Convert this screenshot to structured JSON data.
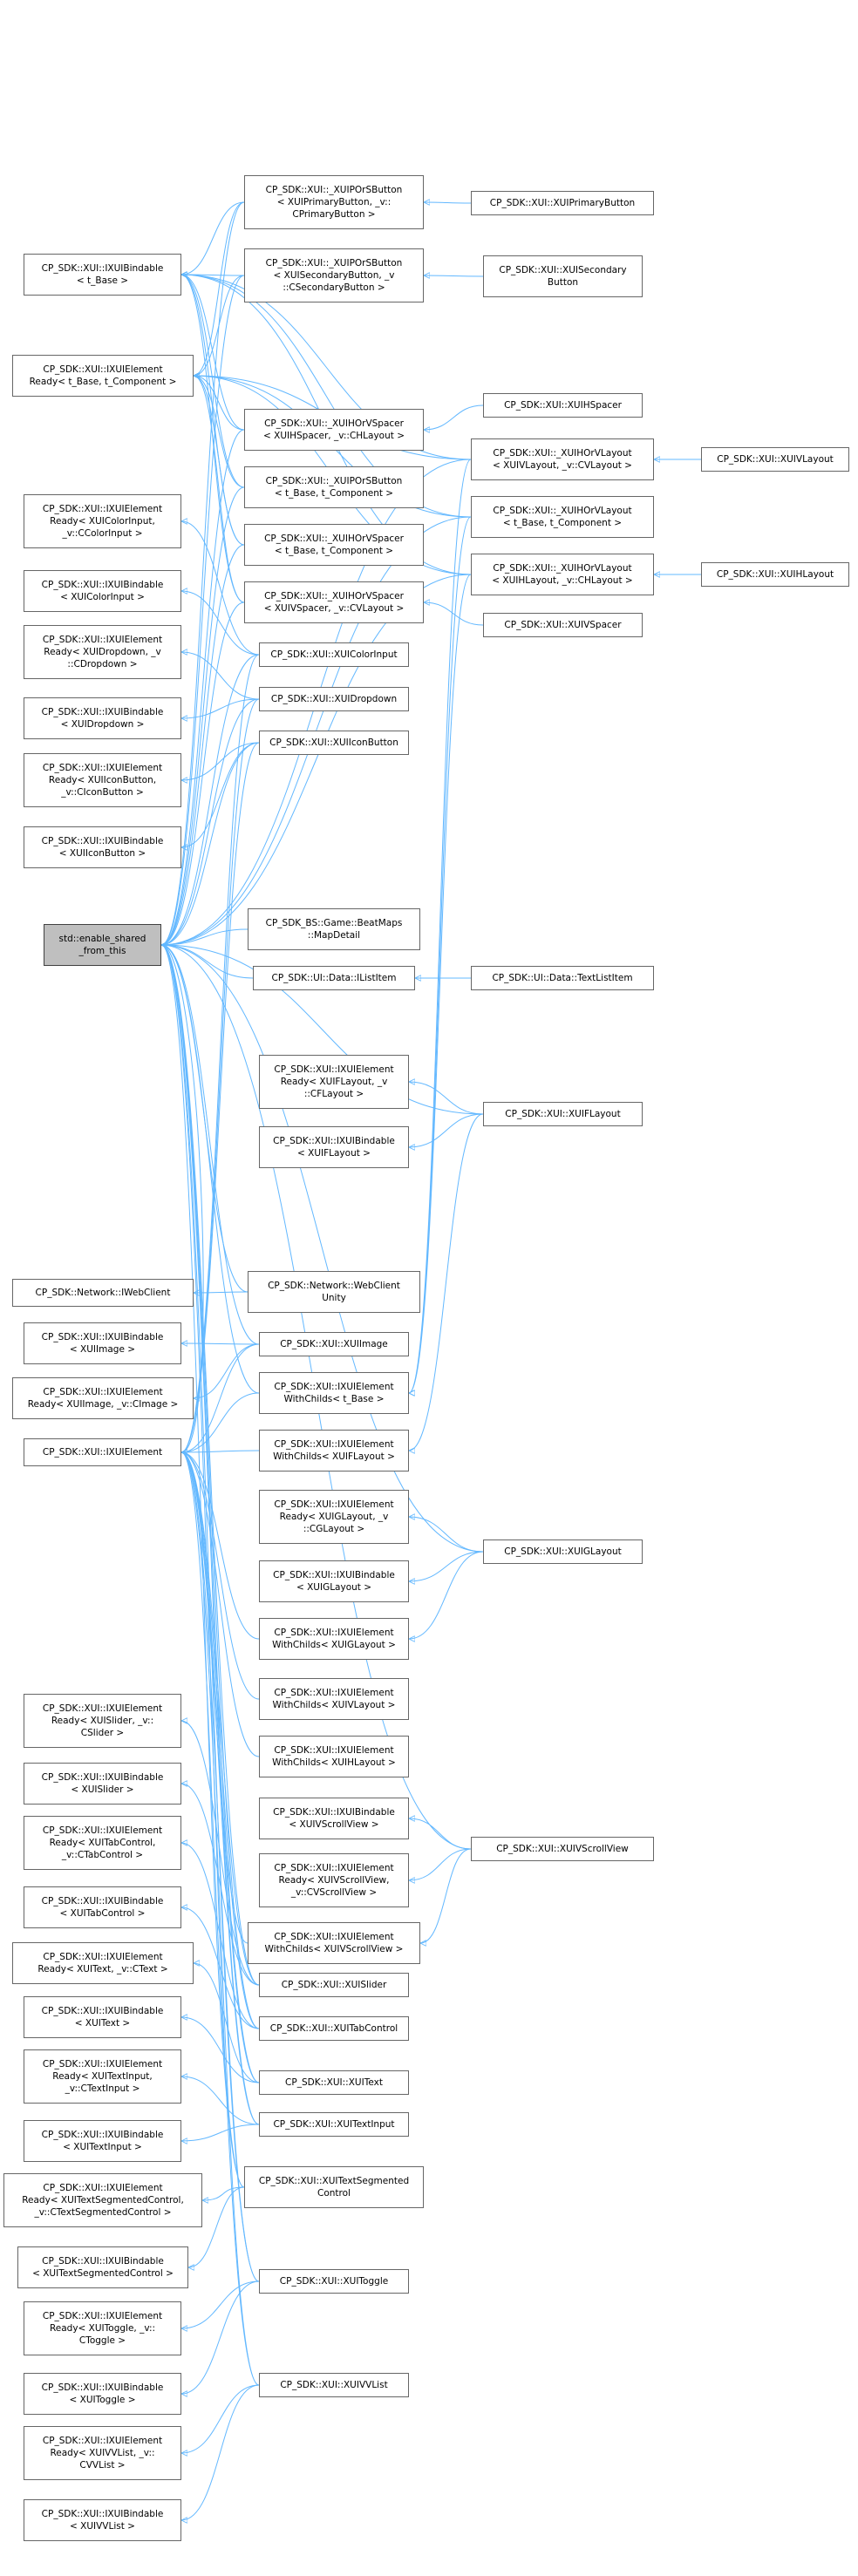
{
  "diagram": {
    "root": "std::enable_shared\n_from_this",
    "nodes": {
      "bindable_tbase": "CP_SDK::XUI::IXUIBindable\n< t_Base >",
      "element_ready_tbase": "CP_SDK::XUI::IXUIElement\nReady< t_Base, t_Component >",
      "ready_colorinput": "CP_SDK::XUI::IXUIElement\nReady< XUIColorInput,\n_v::CColorInput >",
      "bindable_colorinput": "CP_SDK::XUI::IXUIBindable\n< XUIColorInput >",
      "ready_dropdown": "CP_SDK::XUI::IXUIElement\nReady< XUIDropdown, _v\n::CDropdown >",
      "bindable_dropdown": "CP_SDK::XUI::IXUIBindable\n< XUIDropdown >",
      "ready_iconbutton": "CP_SDK::XUI::IXUIElement\nReady< XUIIconButton,\n_v::CIconButton >",
      "bindable_iconbutton": "CP_SDK::XUI::IXUIBindable\n< XUIIconButton >",
      "iwebclient": "CP_SDK::Network::IWebClient",
      "bindable_image": "CP_SDK::XUI::IXUIBindable\n< XUIImage >",
      "ready_image": "CP_SDK::XUI::IXUIElement\nReady< XUIImage, _v::CImage >",
      "ixuielement": "CP_SDK::XUI::IXUIElement",
      "ready_slider": "CP_SDK::XUI::IXUIElement\nReady< XUISlider, _v::\nCSlider >",
      "bindable_slider": "CP_SDK::XUI::IXUIBindable\n< XUISlider >",
      "ready_tabcontrol": "CP_SDK::XUI::IXUIElement\nReady< XUITabControl,\n_v::CTabControl >",
      "bindable_tabcontrol": "CP_SDK::XUI::IXUIBindable\n< XUITabControl >",
      "ready_text": "CP_SDK::XUI::IXUIElement\nReady< XUIText, _v::CText >",
      "bindable_text": "CP_SDK::XUI::IXUIBindable\n< XUIText >",
      "ready_textinput": "CP_SDK::XUI::IXUIElement\nReady< XUITextInput,\n_v::CTextInput >",
      "bindable_textinput": "CP_SDK::XUI::IXUIBindable\n< XUITextInput >",
      "ready_textsegmented": "CP_SDK::XUI::IXUIElement\nReady< XUITextSegmentedControl,\n_v::CTextSegmentedControl >",
      "bindable_textsegmented": "CP_SDK::XUI::IXUIBindable\n< XUITextSegmentedControl >",
      "ready_toggle": "CP_SDK::XUI::IXUIElement\nReady< XUIToggle, _v::\nCToggle >",
      "bindable_toggle": "CP_SDK::XUI::IXUIBindable\n< XUIToggle >",
      "ready_vvlist": "CP_SDK::XUI::IXUIElement\nReady< XUIVVList, _v::\nCVVList >",
      "bindable_vvlist": "CP_SDK::XUI::IXUIBindable\n< XUIVVList >",
      "pb_primary": "CP_SDK::XUI::_XUIPOrSButton\n< XUIPrimaryButton, _v::\nCPrimaryButton >",
      "pb_secondary": "CP_SDK::XUI::_XUIPOrSButton\n< XUISecondaryButton, _v\n::CSecondaryButton >",
      "hv_hspacer": "CP_SDK::XUI::_XUIHOrVSpacer\n< XUIHSpacer, _v::CHLayout >",
      "pb_generic": "CP_SDK::XUI::_XUIPOrSButton\n< t_Base, t_Component >",
      "hv_generic": "CP_SDK::XUI::_XUIHOrVSpacer\n< t_Base, t_Component >",
      "hv_vspacer": "CP_SDK::XUI::_XUIHOrVSpacer\n< XUIVSpacer, _v::CVLayout >",
      "xuicolorinput": "CP_SDK::XUI::XUIColorInput",
      "xuidropdown": "CP_SDK::XUI::XUIDropdown",
      "xuiiconbutton": "CP_SDK::XUI::XUIIconButton",
      "beatmaps": "CP_SDK_BS::Game::BeatMaps\n::MapDetail",
      "ilistitem": "CP_SDK::UI::Data::IListItem",
      "ready_flayout": "CP_SDK::XUI::IXUIElement\nReady< XUIFLayout, _v\n::CFLayout >",
      "bindable_flayout": "CP_SDK::XUI::IXUIBindable\n< XUIFLayout >",
      "webclientunity": "CP_SDK::Network::WebClient\nUnity",
      "xuiimage": "CP_SDK::XUI::XUIImage",
      "withchilds_tbase": "CP_SDK::XUI::IXUIElement\nWithChilds< t_Base >",
      "withchilds_flayout": "CP_SDK::XUI::IXUIElement\nWithChilds< XUIFLayout >",
      "ready_glayout": "CP_SDK::XUI::IXUIElement\nReady< XUIGLayout, _v\n::CGLayout >",
      "bindable_glayout": "CP_SDK::XUI::IXUIBindable\n< XUIGLayout >",
      "withchilds_glayout": "CP_SDK::XUI::IXUIElement\nWithChilds< XUIGLayout >",
      "withchilds_vlayout": "CP_SDK::XUI::IXUIElement\nWithChilds< XUIVLayout >",
      "withchilds_hlayout": "CP_SDK::XUI::IXUIElement\nWithChilds< XUIHLayout >",
      "bindable_vscrollview": "CP_SDK::XUI::IXUIBindable\n< XUIVScrollView >",
      "ready_vscrollview": "CP_SDK::XUI::IXUIElement\nReady< XUIVScrollView,\n_v::CVScrollView >",
      "withchilds_vscrollview": "CP_SDK::XUI::IXUIElement\nWithChilds< XUIVScrollView >",
      "xuislider": "CP_SDK::XUI::XUISlider",
      "xuitabcontrol": "CP_SDK::XUI::XUITabControl",
      "xuitext": "CP_SDK::XUI::XUIText",
      "xuitextinput": "CP_SDK::XUI::XUITextInput",
      "xuitextsegmented": "CP_SDK::XUI::XUITextSegmented\nControl",
      "xuitoggle": "CP_SDK::XUI::XUIToggle",
      "xuivvlist": "CP_SDK::XUI::XUIVVList",
      "xuiprimarybutton": "CP_SDK::XUI::XUIPrimaryButton",
      "xuisecondarybutton": "CP_SDK::XUI::XUISecondary\nButton",
      "xuihspacer": "CP_SDK::XUI::XUIHSpacer",
      "hvl_vlayout": "CP_SDK::XUI::_XUIHOrVLayout\n< XUIVLayout, _v::CVLayout >",
      "hvl_generic": "CP_SDK::XUI::_XUIHOrVLayout\n< t_Base, t_Component >",
      "hvl_hlayout": "CP_SDK::XUI::_XUIHOrVLayout\n< XUIHLayout, _v::CHLayout >",
      "xuivspacer": "CP_SDK::XUI::XUIVSpacer",
      "textlistitem": "CP_SDK::UI::Data::TextListItem",
      "xuiflayout": "CP_SDK::XUI::XUIFLayout",
      "xuiglayout": "CP_SDK::XUI::XUIGLayout",
      "xuivscrollview": "CP_SDK::XUI::XUIVScrollView",
      "xuivlayout": "CP_SDK::XUI::XUIVLayout",
      "xuihlayout": "CP_SDK::XUI::XUIHLayout"
    },
    "edges": [
      [
        "pb_primary",
        "bindable_tbase"
      ],
      [
        "pb_primary",
        "element_ready_tbase"
      ],
      [
        "pb_primary",
        "root"
      ],
      [
        "pb_secondary",
        "bindable_tbase"
      ],
      [
        "pb_secondary",
        "element_ready_tbase"
      ],
      [
        "pb_secondary",
        "root"
      ],
      [
        "hv_hspacer",
        "bindable_tbase"
      ],
      [
        "hv_hspacer",
        "element_ready_tbase"
      ],
      [
        "hv_hspacer",
        "root"
      ],
      [
        "pb_generic",
        "bindable_tbase"
      ],
      [
        "pb_generic",
        "element_ready_tbase"
      ],
      [
        "pb_generic",
        "root"
      ],
      [
        "hv_generic",
        "bindable_tbase"
      ],
      [
        "hv_generic",
        "element_ready_tbase"
      ],
      [
        "hv_generic",
        "root"
      ],
      [
        "hv_vspacer",
        "bindable_tbase"
      ],
      [
        "hv_vspacer",
        "element_ready_tbase"
      ],
      [
        "hv_vspacer",
        "root"
      ],
      [
        "hvl_vlayout",
        "bindable_tbase"
      ],
      [
        "hvl_vlayout",
        "element_ready_tbase"
      ],
      [
        "hvl_vlayout",
        "root"
      ],
      [
        "hvl_generic",
        "bindable_tbase"
      ],
      [
        "hvl_generic",
        "element_ready_tbase"
      ],
      [
        "hvl_generic",
        "root"
      ],
      [
        "hvl_hlayout",
        "bindable_tbase"
      ],
      [
        "hvl_hlayout",
        "element_ready_tbase"
      ],
      [
        "hvl_hlayout",
        "root"
      ],
      [
        "xuiprimarybutton",
        "pb_primary"
      ],
      [
        "xuisecondarybutton",
        "pb_secondary"
      ],
      [
        "xuihspacer",
        "hv_hspacer"
      ],
      [
        "xuivspacer",
        "hv_vspacer"
      ],
      [
        "xuivlayout",
        "hvl_vlayout"
      ],
      [
        "xuihlayout",
        "hvl_hlayout"
      ],
      [
        "hvl_vlayout",
        "withchilds_tbase"
      ],
      [
        "hvl_generic",
        "withchilds_tbase"
      ],
      [
        "hvl_hlayout",
        "withchilds_tbase"
      ],
      [
        "xuicolorinput",
        "ready_colorinput"
      ],
      [
        "xuicolorinput",
        "bindable_colorinput"
      ],
      [
        "xuicolorinput",
        "ixuielement"
      ],
      [
        "xuicolorinput",
        "root"
      ],
      [
        "xuidropdown",
        "ready_dropdown"
      ],
      [
        "xuidropdown",
        "bindable_dropdown"
      ],
      [
        "xuidropdown",
        "ixuielement"
      ],
      [
        "xuidropdown",
        "root"
      ],
      [
        "xuiiconbutton",
        "ready_iconbutton"
      ],
      [
        "xuiiconbutton",
        "bindable_iconbutton"
      ],
      [
        "xuiiconbutton",
        "ixuielement"
      ],
      [
        "xuiiconbutton",
        "root"
      ],
      [
        "beatmaps",
        "root"
      ],
      [
        "ilistitem",
        "root"
      ],
      [
        "textlistitem",
        "ilistitem"
      ],
      [
        "xuiflayout",
        "ready_flayout"
      ],
      [
        "xuiflayout",
        "bindable_flayout"
      ],
      [
        "xuiflayout",
        "withchilds_flayout"
      ],
      [
        "xuiflayout",
        "root"
      ],
      [
        "webclientunity",
        "iwebclient"
      ],
      [
        "webclientunity",
        "root"
      ],
      [
        "xuiimage",
        "bindable_image"
      ],
      [
        "xuiimage",
        "ready_image"
      ],
      [
        "xuiimage",
        "ixuielement"
      ],
      [
        "xuiimage",
        "root"
      ],
      [
        "withchilds_tbase",
        "ixuielement"
      ],
      [
        "withchilds_tbase",
        "root"
      ],
      [
        "withchilds_flayout",
        "ixuielement"
      ],
      [
        "withchilds_glayout",
        "ixuielement"
      ],
      [
        "withchilds_vlayout",
        "ixuielement"
      ],
      [
        "withchilds_hlayout",
        "ixuielement"
      ],
      [
        "withchilds_vscrollview",
        "ixuielement"
      ],
      [
        "ixuielement",
        "root"
      ],
      [
        "xuiglayout",
        "ready_glayout"
      ],
      [
        "xuiglayout",
        "bindable_glayout"
      ],
      [
        "xuiglayout",
        "withchilds_glayout"
      ],
      [
        "xuiglayout",
        "root"
      ],
      [
        "xuivscrollview",
        "bindable_vscrollview"
      ],
      [
        "xuivscrollview",
        "ready_vscrollview"
      ],
      [
        "xuivscrollview",
        "withchilds_vscrollview"
      ],
      [
        "xuivscrollview",
        "root"
      ],
      [
        "xuislider",
        "ready_slider"
      ],
      [
        "xuislider",
        "bindable_slider"
      ],
      [
        "xuislider",
        "ixuielement"
      ],
      [
        "xuislider",
        "root"
      ],
      [
        "xuitabcontrol",
        "ready_tabcontrol"
      ],
      [
        "xuitabcontrol",
        "bindable_tabcontrol"
      ],
      [
        "xuitabcontrol",
        "ixuielement"
      ],
      [
        "xuitabcontrol",
        "root"
      ],
      [
        "xuitext",
        "ready_text"
      ],
      [
        "xuitext",
        "bindable_text"
      ],
      [
        "xuitext",
        "ixuielement"
      ],
      [
        "xuitext",
        "root"
      ],
      [
        "xuitextinput",
        "ready_textinput"
      ],
      [
        "xuitextinput",
        "bindable_textinput"
      ],
      [
        "xuitextinput",
        "ixuielement"
      ],
      [
        "xuitextinput",
        "root"
      ],
      [
        "xuitextsegmented",
        "ready_textsegmented"
      ],
      [
        "xuitextsegmented",
        "bindable_textsegmented"
      ],
      [
        "xuitextsegmented",
        "ixuielement"
      ],
      [
        "xuitextsegmented",
        "root"
      ],
      [
        "xuitoggle",
        "ready_toggle"
      ],
      [
        "xuitoggle",
        "bindable_toggle"
      ],
      [
        "xuitoggle",
        "ixuielement"
      ],
      [
        "xuitoggle",
        "root"
      ],
      [
        "xuivvlist",
        "ready_vvlist"
      ],
      [
        "xuivvlist",
        "bindable_vvlist"
      ],
      [
        "xuivvlist",
        "ixuielement"
      ],
      [
        "xuivvlist",
        "root"
      ]
    ],
    "colors": {
      "edge": "#63b8ff",
      "node_border": "#666666",
      "root_fill": "#bfbfbf"
    }
  }
}
